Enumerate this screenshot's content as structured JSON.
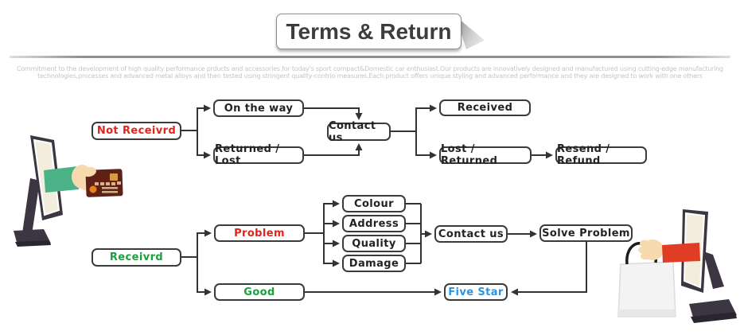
{
  "header": {
    "title": "Terms & Return"
  },
  "intro": {
    "line1": "Commitment to the development of high quality performance prducts and accessories for today's sport compact&Domestic car enthusiast.Our products are innovatively designed and manufactured using cutting-edge manufacturing",
    "line2": "technologies,processes and advanced metal alloys and then tested using stringent quality-contrio measures,Each  product offers unique styling and advanced performance and they are designed to work with one others"
  },
  "colors": {
    "red": "#e2231a",
    "green": "#17a23a",
    "blue": "#2d93e0",
    "arrow": "#333333",
    "box-border": "#3b3b3b",
    "divider": "#8f8f8f"
  },
  "nodes": {
    "not_received": "Not Receivrd",
    "on_the_way": "On the way",
    "returned_lost": "Returned / Lost",
    "contact_us_1": "Contact us",
    "received_outcome": "Received",
    "lost_returned": "Lost / Returned",
    "resend_refund": "Resend / Refund",
    "received": "Receivrd",
    "problem": "Problem",
    "good": "Good",
    "colour": "Colour",
    "address": "Address",
    "quality": "Quality",
    "damage": "Damage",
    "contact_us_2": "Contact us",
    "solve_problem": "Solve Problem",
    "five_star": "Five Star"
  },
  "edges": [
    {
      "from": "Not Receivrd",
      "to": "On the way"
    },
    {
      "from": "Not Receivrd",
      "to": "Returned / Lost"
    },
    {
      "from": "On the way",
      "to": "Contact us"
    },
    {
      "from": "Returned / Lost",
      "to": "Contact us"
    },
    {
      "from": "Contact us",
      "to": "Received"
    },
    {
      "from": "Contact us",
      "to": "Lost / Returned"
    },
    {
      "from": "Lost / Returned",
      "to": "Resend / Refund"
    },
    {
      "from": "Receivrd",
      "to": "Problem"
    },
    {
      "from": "Receivrd",
      "to": "Good"
    },
    {
      "from": "Problem",
      "to": "Colour"
    },
    {
      "from": "Problem",
      "to": "Address"
    },
    {
      "from": "Problem",
      "to": "Quality"
    },
    {
      "from": "Problem",
      "to": "Damage"
    },
    {
      "from": "Colour",
      "to": "Contact us"
    },
    {
      "from": "Address",
      "to": "Contact us"
    },
    {
      "from": "Quality",
      "to": "Contact us"
    },
    {
      "from": "Damage",
      "to": "Contact us"
    },
    {
      "from": "Contact us",
      "to": "Solve Problem"
    },
    {
      "from": "Solve Problem",
      "to": "Five Star"
    },
    {
      "from": "Good",
      "to": "Five Star"
    }
  ],
  "illustrations": {
    "left": "monitor-hand-credit-card",
    "right": "monitor-hand-shopping-bag"
  }
}
